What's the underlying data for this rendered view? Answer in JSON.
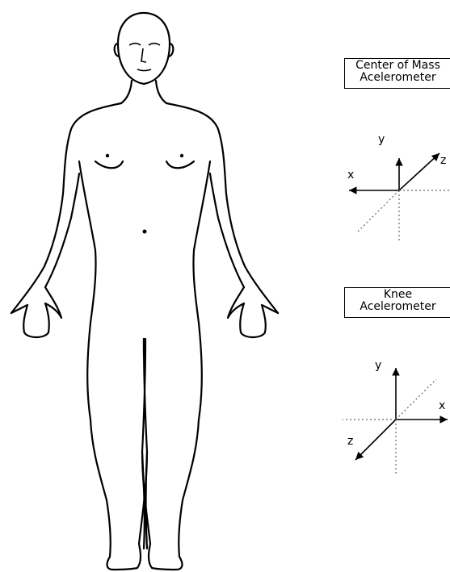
{
  "com_label": {
    "line1": "Center of Mass",
    "line2": "Acelerometer"
  },
  "knee_label": {
    "line1": "Knee",
    "line2": "Acelerometer"
  },
  "com_axes": {
    "y": "y",
    "x": "x",
    "z": "z"
  },
  "knee_axes": {
    "y": "y",
    "x": "x",
    "z": "z"
  }
}
